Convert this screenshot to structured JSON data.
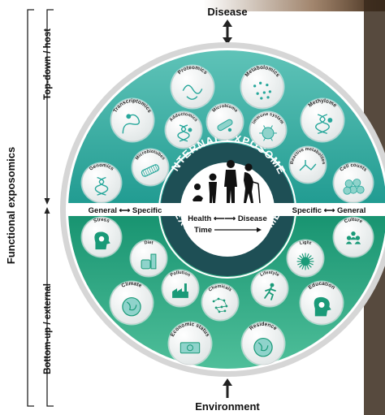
{
  "side_labels": {
    "functional": "Functional exposomics",
    "top_down": "Top-down / host",
    "bottom_up": "Bottom-up / external"
  },
  "axis_labels": {
    "disease": "Disease",
    "environment": "Environment"
  },
  "ring": {
    "internal_title": "INTERNAL EXPOSOME",
    "external_title": "EXTERNAL EXPOSOME",
    "left_scale": "General ⟷ Specific",
    "right_scale": "Specific ⟷ General"
  },
  "center": {
    "health_disease": "Health ⟵⟶ Disease",
    "time": "Time"
  },
  "internal_bubbles": [
    {
      "id": "genomics",
      "label": "Genomics",
      "icon": "dna-icon"
    },
    {
      "id": "transcriptomics",
      "label": "Transcriptomics",
      "icon": "rna-strand-icon"
    },
    {
      "id": "proteomics",
      "label": "Proteomics",
      "icon": "protein-icon"
    },
    {
      "id": "metabolomics",
      "label": "Metabolomics",
      "icon": "dots-icon"
    },
    {
      "id": "methylome",
      "label": "Methylome",
      "icon": "dna-methyl-icon"
    },
    {
      "id": "cell-counts",
      "label": "Cell counts",
      "icon": "cells-icon"
    },
    {
      "id": "reactive-metabolites",
      "label": "Reactive metabolites",
      "icon": "molecule-icon"
    },
    {
      "id": "immune-system",
      "label": "Immune system",
      "icon": "immune-cell-icon"
    },
    {
      "id": "microbiome",
      "label": "Microbiome",
      "icon": "bacteria-icon"
    },
    {
      "id": "adductomics",
      "label": "Adductomics",
      "icon": "adduct-dna-icon"
    },
    {
      "id": "microbiotubes",
      "label": "Microbiotubes",
      "icon": "microtubule-icon"
    }
  ],
  "external_bubbles": [
    {
      "id": "stress",
      "label": "Stress",
      "icon": "stressed-head-icon"
    },
    {
      "id": "diet",
      "label": "Diet",
      "icon": "food-icon"
    },
    {
      "id": "climate",
      "label": "Climate",
      "icon": "globe-climate-icon"
    },
    {
      "id": "pollution",
      "label": "Pollution",
      "icon": "factory-icon"
    },
    {
      "id": "chemicals",
      "label": "Chemicals",
      "icon": "chemical-network-icon"
    },
    {
      "id": "economic-status",
      "label": "Economic status",
      "icon": "money-icon"
    },
    {
      "id": "residence",
      "label": "Residence",
      "icon": "globe-icon"
    },
    {
      "id": "lifestyle",
      "label": "Lifestyle",
      "icon": "runner-icon"
    },
    {
      "id": "light",
      "label": "Light",
      "icon": "sun-icon"
    },
    {
      "id": "education",
      "label": "Education",
      "icon": "head-book-icon"
    },
    {
      "id": "culture",
      "label": "Culture",
      "icon": "people-icon"
    }
  ],
  "colors": {
    "internal": "#27a79b",
    "external": "#1a9a78",
    "center_ring": "#1e4f55",
    "outer_ring": "#d4d4d4",
    "bubble_fill": "#f2f4f4"
  }
}
